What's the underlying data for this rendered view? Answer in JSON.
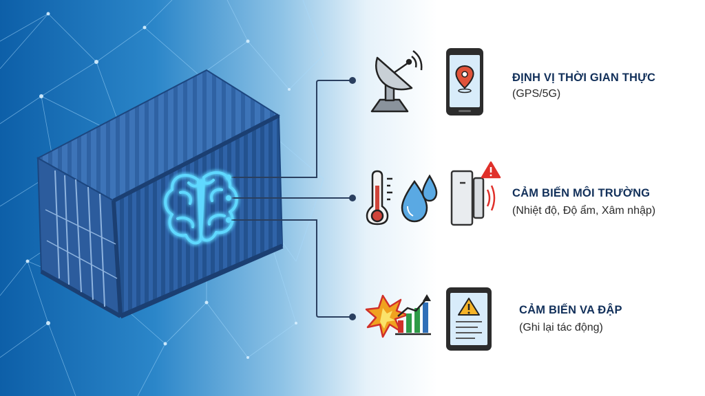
{
  "features": [
    {
      "title": "ĐỊNH VỊ THỜI GIAN THỰC",
      "subtitle": "(GPS/5G)",
      "icons": [
        "satellite-dish-icon",
        "phone-location-icon"
      ]
    },
    {
      "title": "CẢM BIẾN MÔI TRƯỜNG",
      "subtitle": "(Nhiệt độ, Độ ẩm, Xâm nhập)",
      "icons": [
        "thermometer-icon",
        "water-drops-icon",
        "door-sensor-alert-icon"
      ]
    },
    {
      "title": "CẢM BIẾN VA ĐẬP",
      "subtitle": "(Ghi lại tác động)",
      "icons": [
        "impact-chart-icon",
        "tablet-warning-icon"
      ]
    }
  ],
  "colors": {
    "title": "#12305a",
    "container": "#2b5fa3",
    "brain_glow": "#5fd8ff",
    "connector": "#2a3f5f",
    "alert": "#e0302a"
  }
}
